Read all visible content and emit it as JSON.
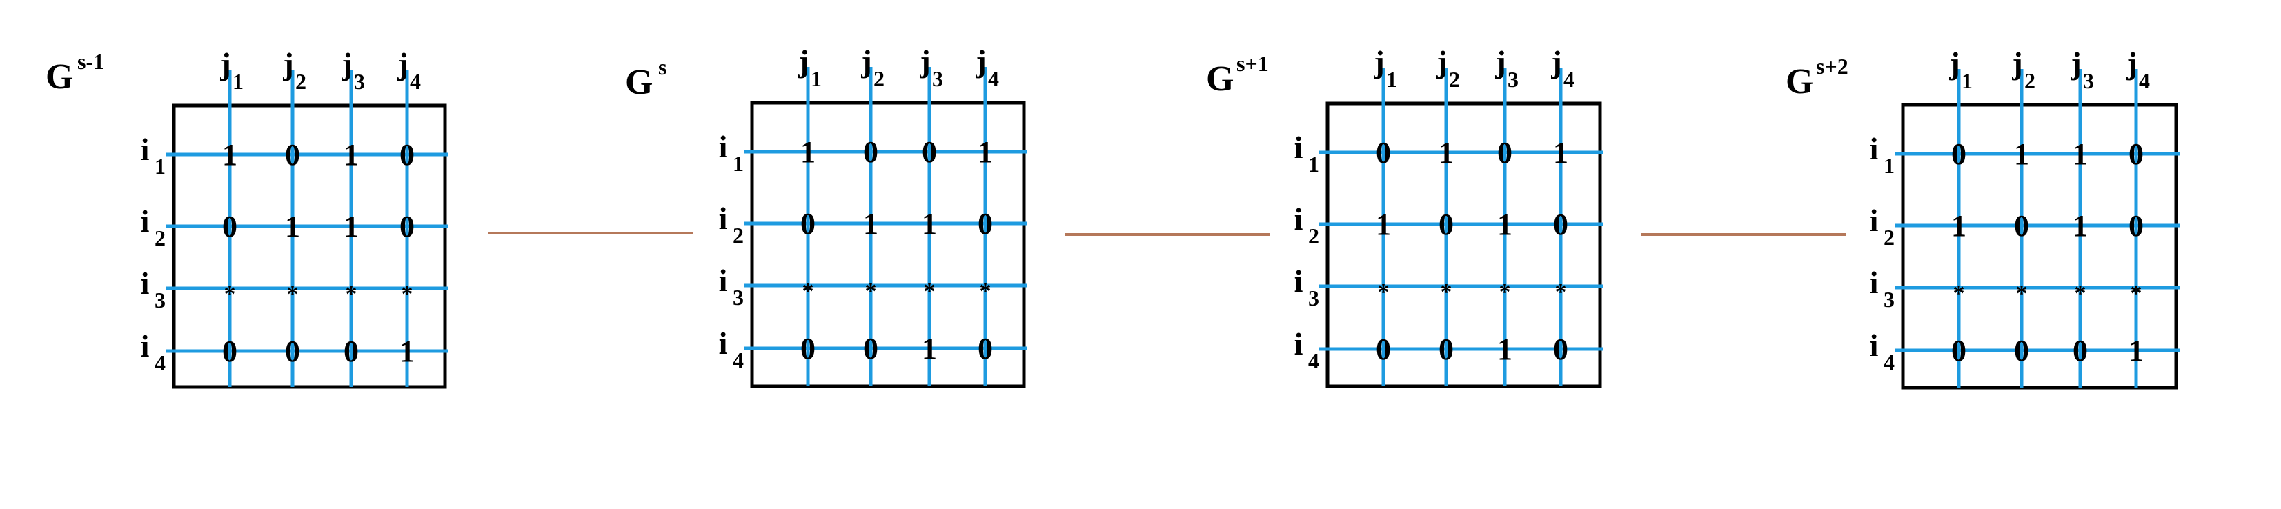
{
  "matrices": [
    {
      "name": "G",
      "sup": "s-1",
      "rows": [
        [
          "1",
          "0",
          "1",
          "0"
        ],
        [
          "0",
          "1",
          "1",
          "0"
        ],
        [
          "*",
          "*",
          "*",
          "*"
        ],
        [
          "0",
          "0",
          "0",
          "1"
        ]
      ]
    },
    {
      "name": "G",
      "sup": "s",
      "rows": [
        [
          "1",
          "0",
          "0",
          "1"
        ],
        [
          "0",
          "1",
          "1",
          "0"
        ],
        [
          "*",
          "*",
          "*",
          "*"
        ],
        [
          "0",
          "0",
          "1",
          "0"
        ]
      ]
    },
    {
      "name": "G",
      "sup": "s+1",
      "rows": [
        [
          "0",
          "1",
          "0",
          "1"
        ],
        [
          "1",
          "0",
          "1",
          "0"
        ],
        [
          "*",
          "*",
          "*",
          "*"
        ],
        [
          "0",
          "0",
          "1",
          "0"
        ]
      ]
    },
    {
      "name": "G",
      "sup": "s+2",
      "rows": [
        [
          "0",
          "1",
          "1",
          "0"
        ],
        [
          "1",
          "0",
          "1",
          "0"
        ],
        [
          "*",
          "*",
          "*",
          "*"
        ],
        [
          "0",
          "0",
          "0",
          "1"
        ]
      ]
    }
  ],
  "col_labels": [
    {
      "main": "j",
      "sub": "1"
    },
    {
      "main": "j",
      "sub": "2"
    },
    {
      "main": "j",
      "sub": "3"
    },
    {
      "main": "j",
      "sub": "4"
    }
  ],
  "row_labels": [
    {
      "main": "i",
      "sub": "1"
    },
    {
      "main": "i",
      "sub": "2"
    },
    {
      "main": "i",
      "sub": "3"
    },
    {
      "main": "i",
      "sub": "4"
    }
  ],
  "colors": {
    "grid_line": "#1e9be0",
    "box_border": "#000000",
    "connector": "#b5785a",
    "text": "#000000"
  }
}
